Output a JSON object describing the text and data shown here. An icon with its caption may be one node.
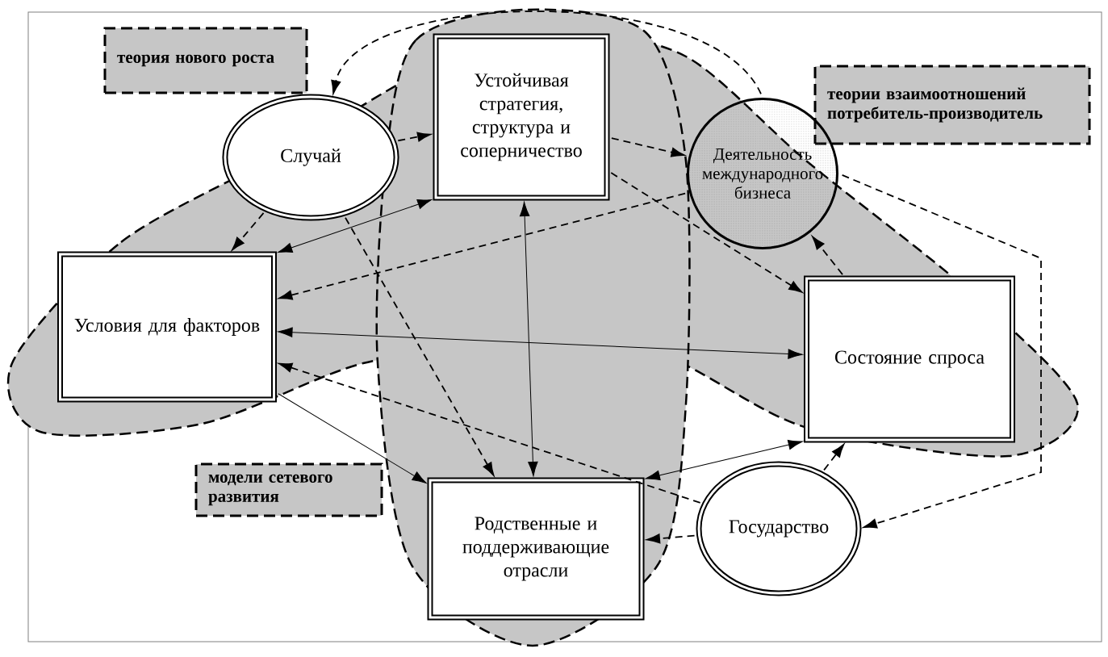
{
  "diagram": {
    "nodes": [
      {
        "text": [
          "теория нового роста"
        ]
      },
      {
        "text": [
          "Устойчивая стратегия, структура и соперничество"
        ]
      },
      {
        "text": [
          "теории взаимоотношений потребитель-производитель"
        ]
      },
      {
        "text": [
          "Случай"
        ]
      },
      {
        "text": [
          "Деятельность международного бизнеса"
        ]
      },
      {
        "text": [
          "Условия для факторов"
        ]
      },
      {
        "text": [
          "Состояние спроса"
        ]
      },
      {
        "text": [
          "модели сетевого развития"
        ]
      },
      {
        "text": [
          "Родственные и поддерживающие отрасли"
        ]
      },
      {
        "text": [
          "Государство"
        ]
      }
    ],
    "edges": [
      {
        "from": 5,
        "to": 1,
        "arrow": "both"
      },
      {
        "from": 5,
        "to": 6,
        "arrow": "both"
      },
      {
        "from": 1,
        "to": 8,
        "arrow": "both"
      },
      {
        "from": 6,
        "to": 8,
        "arrow": "both"
      },
      {
        "from": 5,
        "to": 8,
        "arrow": "to"
      },
      {
        "from": 1,
        "to": 6,
        "arrow": "to",
        "style": "dashed"
      },
      {
        "from": 4,
        "to": 5,
        "arrow": "to",
        "style": "dashed"
      },
      {
        "from": 3,
        "to": 5,
        "arrow": "to",
        "style": "dashed"
      },
      {
        "from": 3,
        "to": 1,
        "arrow": "to",
        "style": "dashed"
      },
      {
        "from": 3,
        "to": 8,
        "arrow": "to",
        "style": "dashed"
      },
      {
        "from": 9,
        "to": 8,
        "arrow": "to",
        "style": "dashed"
      },
      {
        "from": 9,
        "to": 6,
        "arrow": "to",
        "style": "dashed"
      },
      {
        "from": 9,
        "to": 5,
        "arrow": "to",
        "style": "dashed"
      },
      {
        "from": 1,
        "to": 4,
        "arrow": "to",
        "style": "dashed"
      },
      {
        "from": 6,
        "to": 4,
        "arrow": "to",
        "style": "dashed"
      },
      {
        "from": 4,
        "to": 9,
        "arrow": "to",
        "style": "dashed"
      },
      {
        "from": 4,
        "to": 3,
        "arrow": "to",
        "style": "dashed"
      }
    ]
  }
}
